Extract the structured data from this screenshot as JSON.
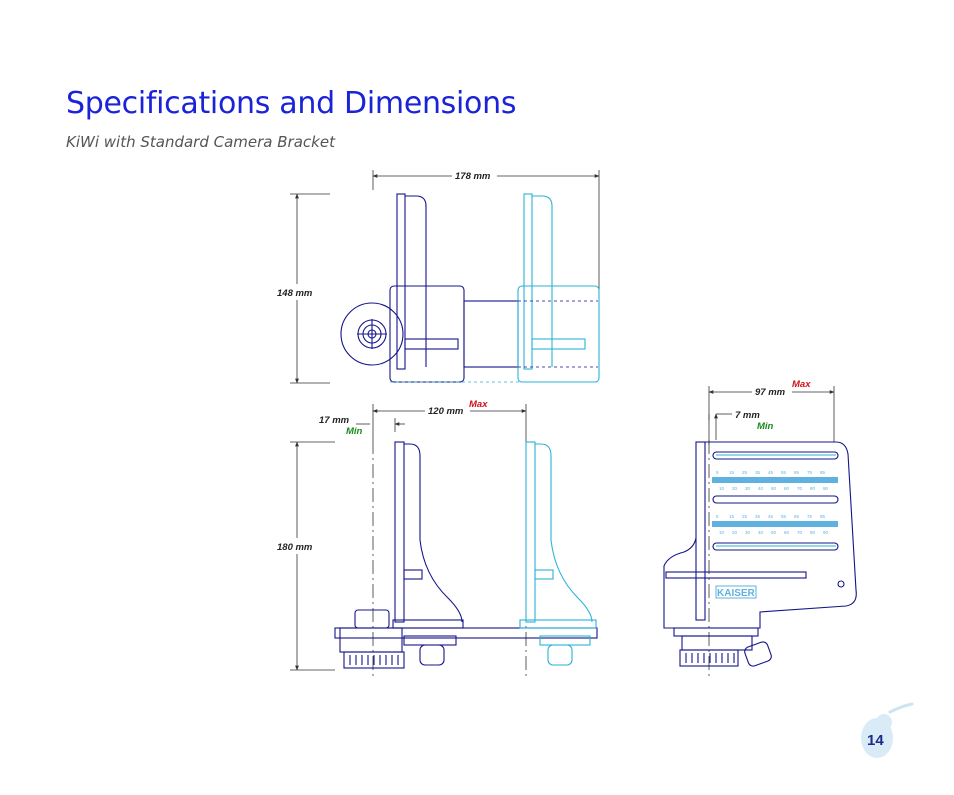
{
  "page": {
    "title": "Specifications and Dimensions",
    "subtitle": "KiWi with Standard Camera Bracket",
    "page_number": "14"
  },
  "dimensions": {
    "top_width": "178 mm",
    "top_height": "148 mm",
    "front_max_width": "120 mm",
    "front_max_label": "Max",
    "front_min_width": "17 mm",
    "front_min_label": "Min",
    "front_height": "180 mm",
    "side_max_width": "97 mm",
    "side_max_label": "Max",
    "side_min_width": "7 mm",
    "side_min_label": "Min"
  },
  "logo_text": "KAISER",
  "colors": {
    "title": "#1a23d8",
    "outline_dark": "#14148a",
    "outline_light": "#2ab3d6",
    "max_label": "#d0131b",
    "min_label": "#1a8a1a"
  }
}
